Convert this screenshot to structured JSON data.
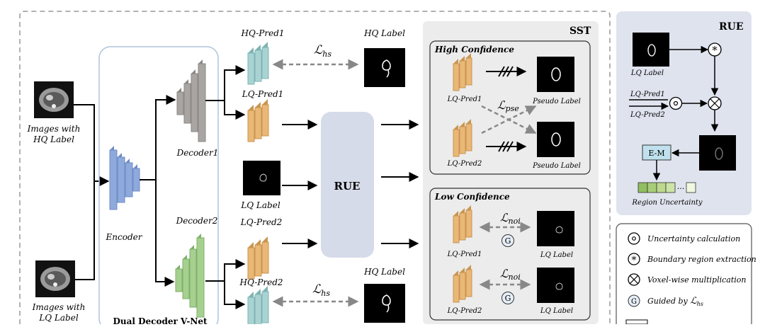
{
  "inputs": {
    "hq_caption_1": "Images with",
    "hq_caption_2": "HQ Label",
    "lq_caption_1": "Images with",
    "lq_caption_2": "LQ Label"
  },
  "network": {
    "encoder": "Encoder",
    "decoder1": "Decoder1",
    "decoder2": "Decoder2",
    "title": "Dual Decoder V-Net"
  },
  "preds": {
    "hq_pred1": "HQ-Pred1",
    "lq_pred1": "LQ-Pred1",
    "lq_pred2": "LQ-Pred2",
    "hq_pred2": "HQ-Pred2",
    "hq_label_top": "HQ Label",
    "hq_label_bottom": "HQ Label",
    "lq_label": "LQ Label"
  },
  "losses": {
    "hs_script": "ℒ",
    "hs_sub": "hs",
    "pse_script": "ℒ",
    "pse_sub": "pse",
    "noi_script": "ℒ",
    "noi_sub": "noi"
  },
  "rue_block": "RUE",
  "sst": {
    "title": "SST",
    "high": {
      "title": "High Confidence",
      "lq_pred1": "LQ-Pred1",
      "lq_pred2": "LQ-Pred2",
      "pseudo1": "Pseudo Label",
      "pseudo2": "Pseudo  Label"
    },
    "low": {
      "title": "Low Confidence",
      "lq_pred1": "LQ-Pred1",
      "lq_pred2": "LQ-Pred2",
      "lq_label1": "LQ Label",
      "lq_label2": "LQ Label",
      "g1": "G",
      "g2": "G"
    }
  },
  "rue_panel": {
    "title": "RUE",
    "lq_label": "LQ Label",
    "lq_pred1": "LQ-Pred1",
    "lq_pred2": "LQ-Pred2",
    "em": "E-M",
    "region_uncertainty": "Region Uncertainty",
    "dots": "···"
  },
  "legend": {
    "uncertainty": "Uncertainty calculation",
    "boundary": "Boundary region extraction",
    "voxel": "Voxel-wise multiplication",
    "guided_prefix": "Guided by ",
    "guided_script": "ℒ",
    "guided_sub": "hs",
    "g_symbol": "G"
  },
  "colors": {
    "encoder_blue": "#8ea9dc",
    "decoder1_gray": "#a8a5a2",
    "decoder2_green": "#a6d08f",
    "hq_pred_teal": "#a9d3d3",
    "lq_pred_orange": "#e9b877",
    "rue_block": "#d6dbe9",
    "rue_panel": "#dfe3ee",
    "sst_panel": "#ececec"
  }
}
